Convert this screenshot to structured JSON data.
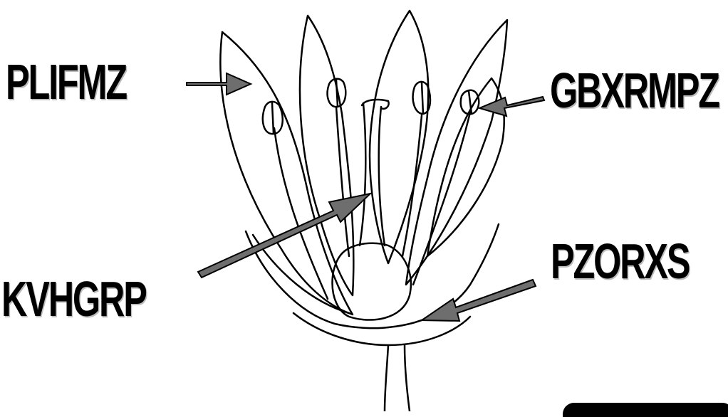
{
  "labels": {
    "top_left": "PLIFMZ",
    "top_right": "GBXRMPZ",
    "bottom_left": "KVHGRP",
    "bottom_right": "PZORXS"
  },
  "colors": {
    "ink": "#000000",
    "arrow_fill": "#6e6e6e",
    "label_shadow": "#bdbdbd",
    "background": "#ffffff"
  }
}
